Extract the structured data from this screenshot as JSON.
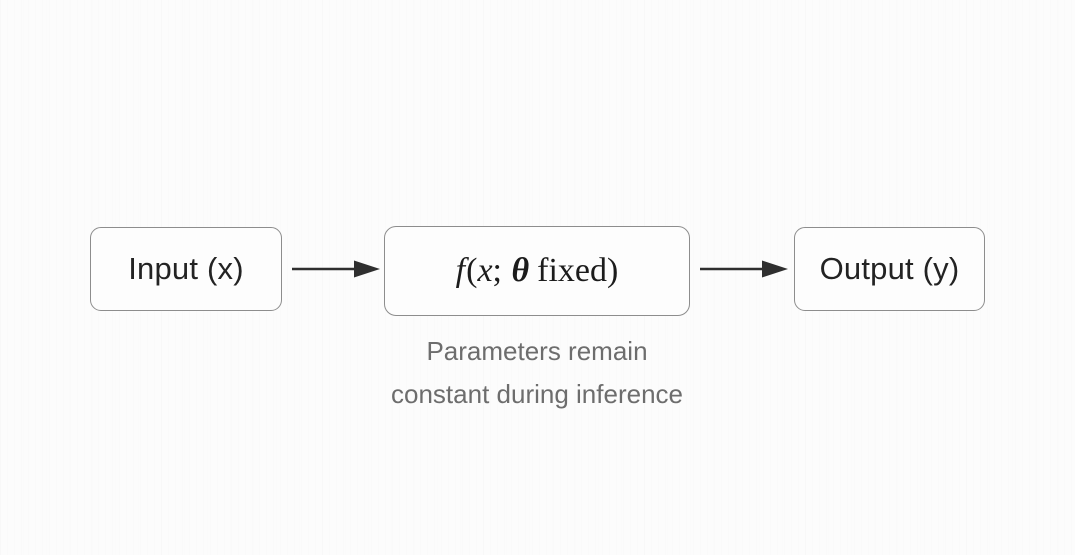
{
  "diagram": {
    "type": "flow",
    "background_color": "#fcfcfc",
    "nodes": [
      {
        "id": "input",
        "label": "Input (x)",
        "text_color": "#232323",
        "border_color": "#8d8d8d",
        "fill_color": "#fdfdfd"
      },
      {
        "id": "model",
        "label": "f(x; θ fixed)",
        "formula": {
          "function_symbol": "f",
          "open_paren": "(",
          "variable": "x",
          "separator": ";",
          "parameter_symbol": "θ",
          "qualifier": "fixed",
          "close_paren": ")"
        },
        "text_color": "#1c1c1c",
        "border_color": "#8d8d8d",
        "fill_color": "#fdfdfd"
      },
      {
        "id": "output",
        "label": "Output (y)",
        "text_color": "#232323",
        "border_color": "#8d8d8d",
        "fill_color": "#fdfdfd"
      }
    ],
    "edges": [
      {
        "id": "edge-input-model",
        "from": "input",
        "to": "model",
        "style": "solid-arrow",
        "color": "#2f2f2f"
      },
      {
        "id": "edge-model-output",
        "from": "model",
        "to": "output",
        "style": "solid-arrow",
        "color": "#2f2f2f"
      }
    ],
    "caption": {
      "line1": "Parameters remain",
      "line2": "constant during inference",
      "color": "#6d6d6d"
    }
  }
}
